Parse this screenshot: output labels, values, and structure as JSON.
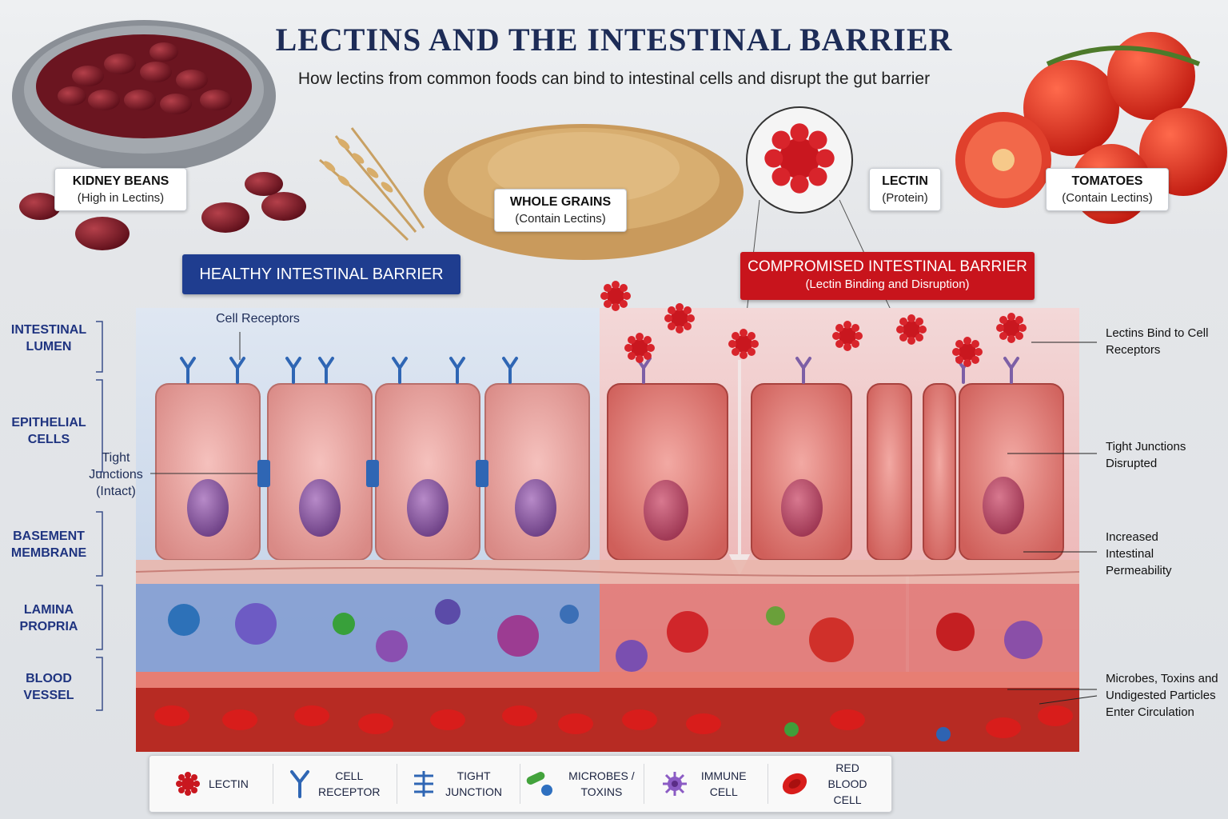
{
  "title": "LECTINS AND THE INTESTINAL BARRIER",
  "subtitle": "How lectins from common foods can bind to intestinal cells and disrupt the gut barrier",
  "foods": {
    "kidney": {
      "title": "KIDNEY BEANS",
      "sub": "(High in Lectins)"
    },
    "grains": {
      "title": "WHOLE GRAINS",
      "sub": "(Contain Lectins)"
    },
    "lectin": {
      "title": "LECTIN",
      "sub": "(Protein)"
    },
    "tomatoes": {
      "title": "TOMATOES",
      "sub": "(Contain Lectins)"
    }
  },
  "healthy": {
    "banner": "HEALTHY INTESTINAL BARRIER",
    "cell_receptors": "Cell Receptors",
    "tight_junctions": "Tight Junctions (Intact)"
  },
  "compromised": {
    "banner": "COMPROMISED INTESTINAL BARRIER",
    "sub": "(Lectin Binding and Disruption)"
  },
  "layers": [
    {
      "label": "INTESTINAL LUMEN"
    },
    {
      "label": "EPITHELIAL CELLS"
    },
    {
      "label": "BASEMENT MEMBRANE"
    },
    {
      "label": "LAMINA PROPRIA"
    },
    {
      "label": "BLOOD VESSEL"
    }
  ],
  "notes": [
    {
      "text": "Lectins Bind to Cell Receptors"
    },
    {
      "text": "Tight Junctions Disrupted"
    },
    {
      "text": "Increased Intestinal Permeability"
    },
    {
      "text": "Microbes, Toxins and Undigested Particles Enter Circulation"
    }
  ],
  "legend": [
    {
      "label": "LECTIN",
      "icon": "lectin-icon"
    },
    {
      "label": "CELL RECEPTOR",
      "icon": "receptor-icon"
    },
    {
      "label": "TIGHT JUNCTION",
      "icon": "tight-junction-icon"
    },
    {
      "label": "MICROBES / TOXINS",
      "icon": "microbe-icon"
    },
    {
      "label": "IMMUNE CELL",
      "icon": "immune-cell-icon"
    },
    {
      "label": "RED BLOOD CELL",
      "icon": "red-blood-cell-icon"
    }
  ],
  "colors": {
    "navy": "#1d2c57",
    "healthy_blue": "#1f3d8f",
    "compromised_red": "#c8141c",
    "lectin_red": "#c9171f",
    "receptor_blue": "#2f66b4"
  }
}
